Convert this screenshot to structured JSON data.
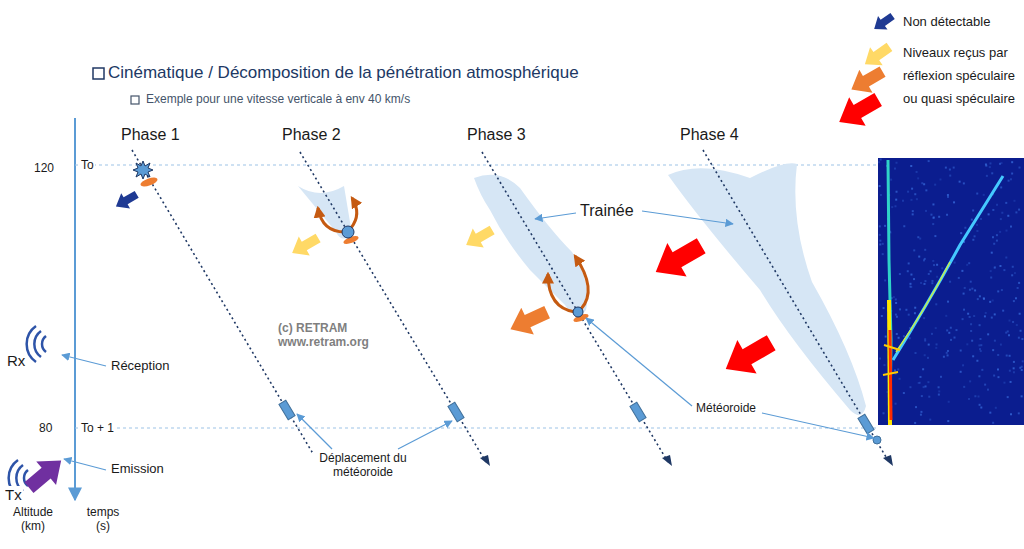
{
  "diagram": {
    "title": "Cinématique / Décomposition de la pénétration atmosphérique",
    "labels": [
      "Exemple pour une vitesse verticale à env 40 km/s",
      "Phase 1",
      "Phase 2",
      "Phase 3",
      "Phase 4",
      "120",
      "To",
      "Rx",
      "Réception",
      "80",
      "To + 1",
      "Emission",
      "Tx",
      "Altitude (km)",
      "temps (s)",
      "(c) RETRAM www.retram.org",
      "Trainée",
      "Déplacement du météoroide",
      "Météoroide"
    ],
    "legend": [
      {
        "text": "Non détectable"
      },
      {
        "text": "Niveaux reçus par réflexion spéculaire ou quasi spéculaire"
      }
    ]
  }
}
